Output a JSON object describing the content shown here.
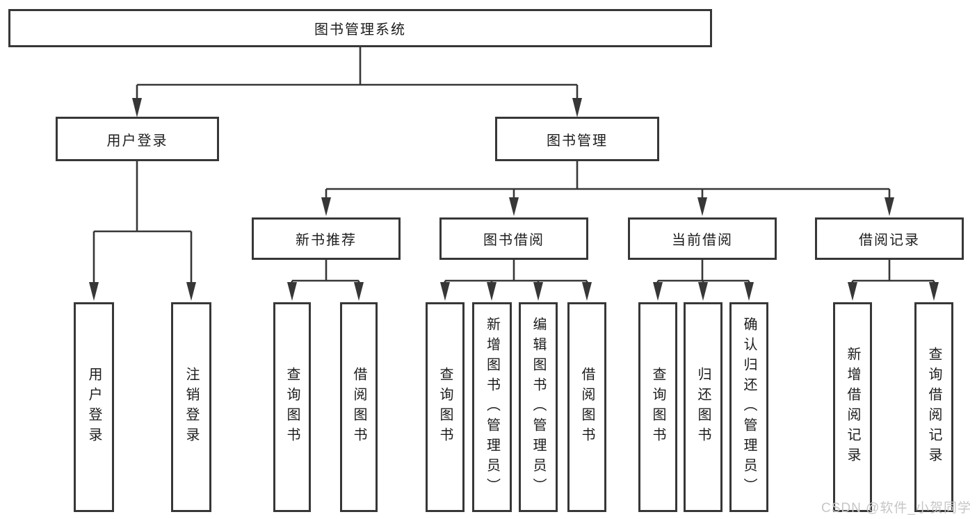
{
  "tree": {
    "root": {
      "label": "图书管理系统"
    },
    "branches": [
      {
        "label": "用户登录",
        "children": [
          {
            "label": "用户登录"
          },
          {
            "label": "注销登录"
          }
        ]
      },
      {
        "label": "图书管理",
        "children": [
          {
            "label": "新书推荐",
            "children": [
              {
                "label": "查询图书"
              },
              {
                "label": "借阅图书"
              }
            ]
          },
          {
            "label": "图书借阅",
            "children": [
              {
                "label": "查询图书"
              },
              {
                "label": "新增图书（管理员）"
              },
              {
                "label": "编辑图书（管理员）"
              },
              {
                "label": "借阅图书"
              }
            ]
          },
          {
            "label": "当前借阅",
            "children": [
              {
                "label": "查询图书"
              },
              {
                "label": "归还图书"
              },
              {
                "label": "确认归还（管理员）"
              }
            ]
          },
          {
            "label": "借阅记录",
            "children": [
              {
                "label": "新增借阅记录"
              },
              {
                "label": "查询借阅记录"
              }
            ]
          }
        ]
      }
    ]
  },
  "watermark": {
    "text": "CSDN @软件_小贺同学"
  },
  "colors": {
    "line": "#373737",
    "text": "#1c1c1c",
    "watermark": "#c6c6c6",
    "background": "#ffffff"
  }
}
